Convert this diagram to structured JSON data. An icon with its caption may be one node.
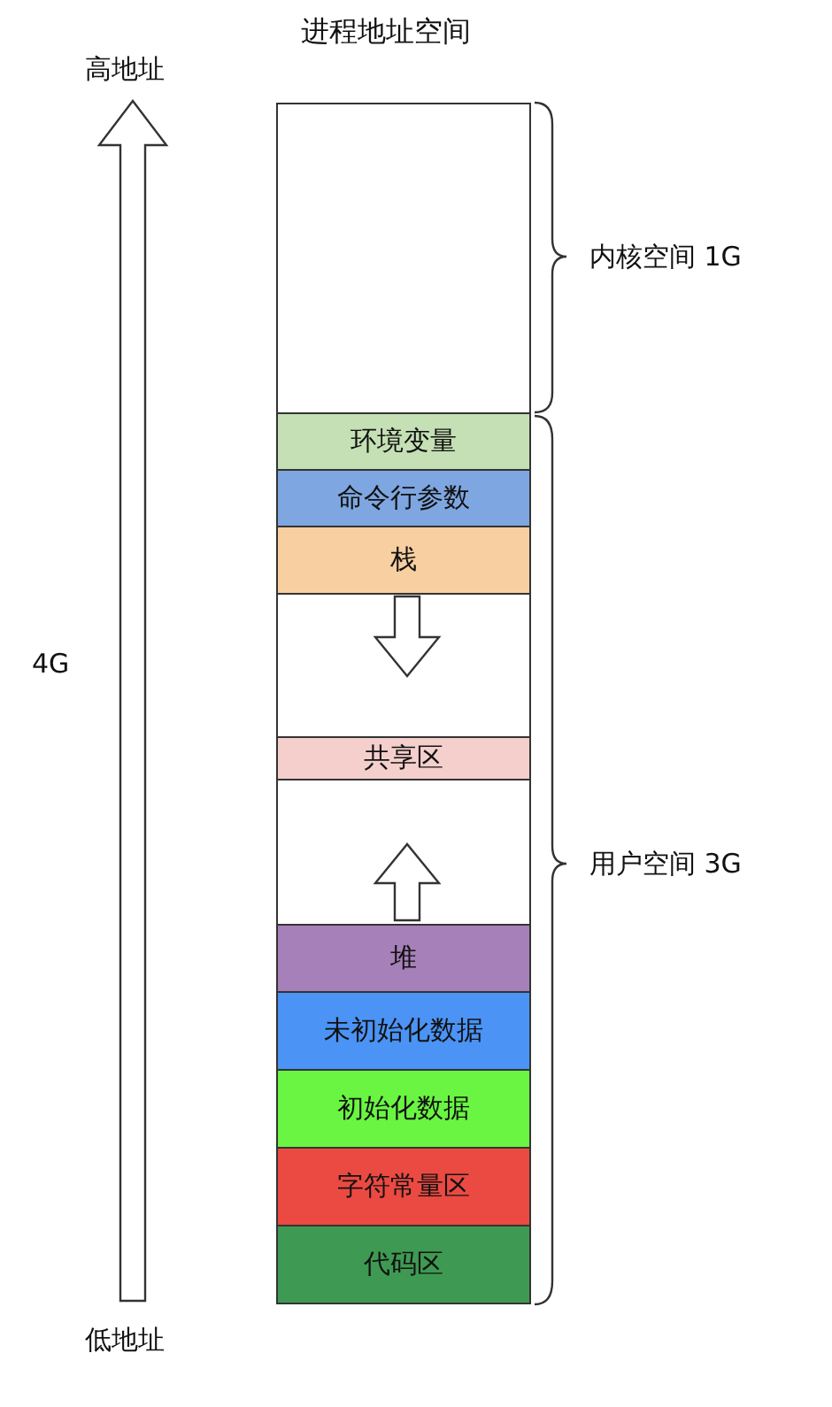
{
  "diagram": {
    "title": "进程地址空间",
    "nodes": [
      {
        "text": [],
        "shape": "box"
      },
      {
        "text": [
          "环境变量"
        ]
      },
      {
        "text": [
          "命令行参数"
        ]
      },
      {
        "text": [
          "栈"
        ]
      },
      {
        "text": [],
        "shape": "box"
      },
      {
        "text": [
          "共享区"
        ]
      },
      {
        "text": [],
        "shape": "box"
      },
      {
        "text": [
          "堆"
        ]
      },
      {
        "text": [
          "未初始化数据"
        ]
      },
      {
        "text": [
          "初始化数据"
        ]
      },
      {
        "text": [
          "字符常量区"
        ]
      },
      {
        "text": [
          "代码区"
        ]
      }
    ],
    "labels": [
      "高地址",
      "内核空间 1G",
      "4G",
      "用户空间 3G",
      "低地址"
    ]
  }
}
